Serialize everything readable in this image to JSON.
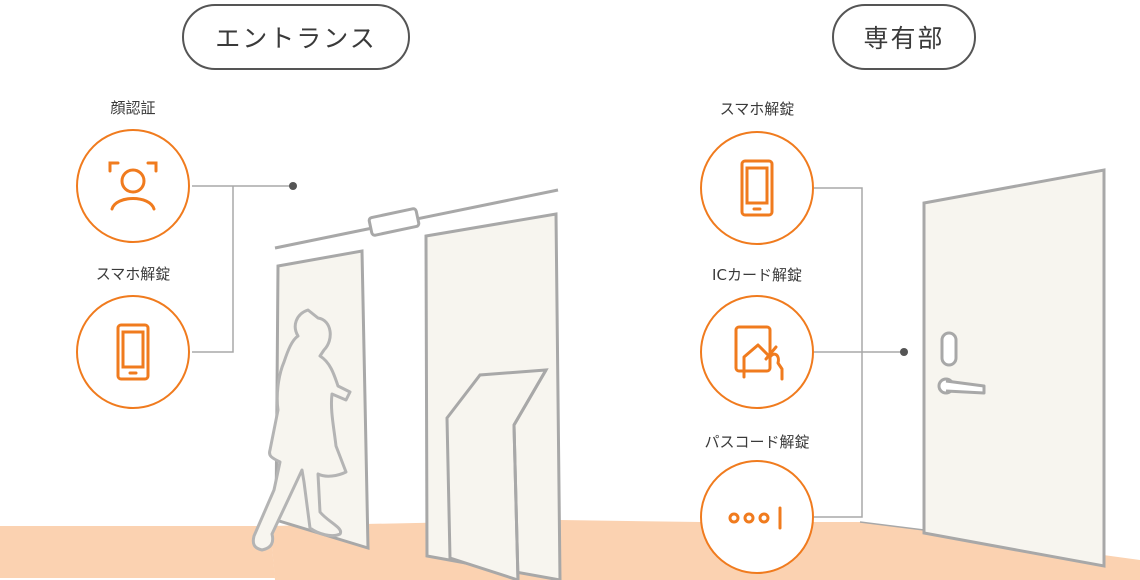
{
  "colors": {
    "accent": "#f07b1e",
    "floor": "#fbd2b1",
    "line": "#a8a8a8",
    "panel": "#f7f5ef",
    "text": "#3a3a3a"
  },
  "sections": {
    "entrance": {
      "title": "エントランス",
      "methods": [
        {
          "label": "顔認証",
          "icon": "face-recognition-icon"
        },
        {
          "label": "スマホ解錠",
          "icon": "smartphone-icon"
        }
      ]
    },
    "private": {
      "title": "専有部",
      "methods": [
        {
          "label": "スマホ解錠",
          "icon": "smartphone-icon"
        },
        {
          "label": "ICカード解錠",
          "icon": "ic-card-icon"
        },
        {
          "label": "パスコード解錠",
          "icon": "passcode-icon"
        }
      ]
    }
  }
}
